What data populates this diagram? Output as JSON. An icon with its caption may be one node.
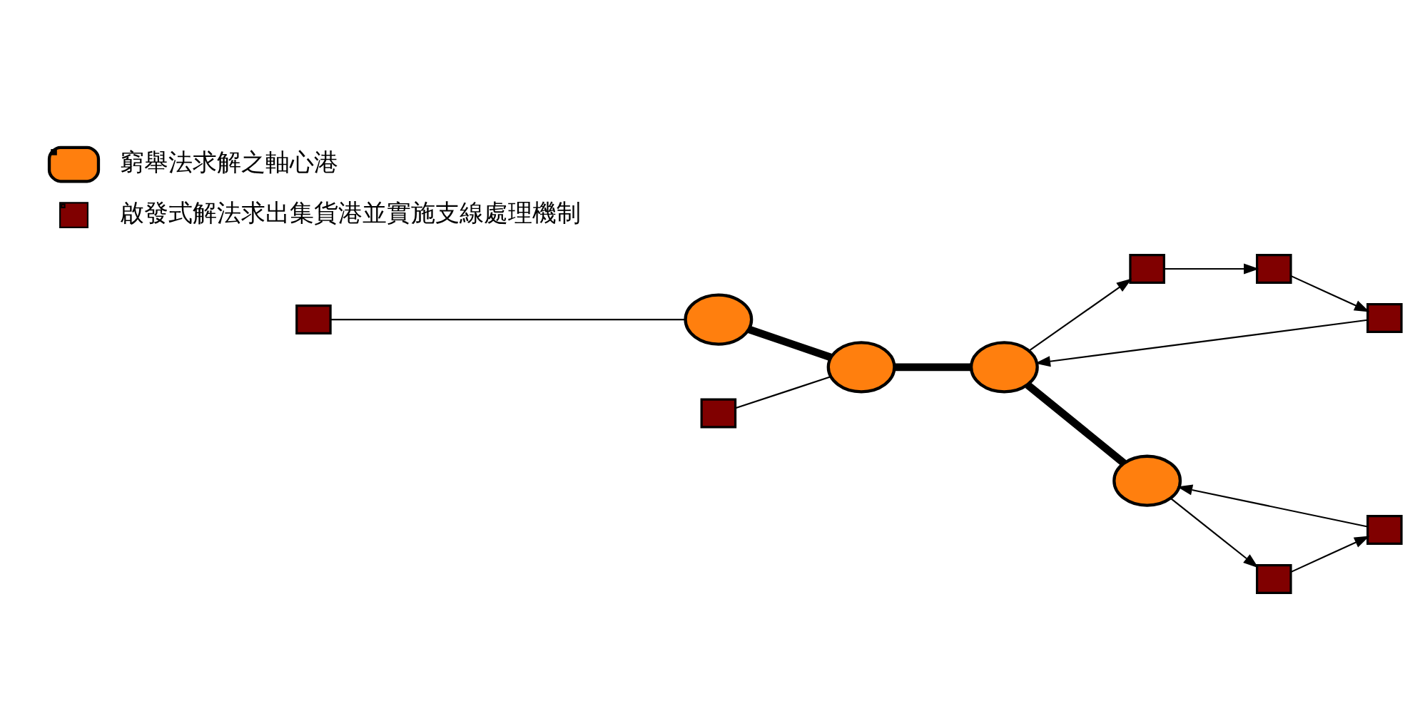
{
  "diagram": {
    "nodes": [
      {
        "text": [],
        "shape": "box"
      },
      {
        "text": [],
        "shape": "circle"
      },
      {
        "text": [],
        "shape": "circle"
      },
      {
        "text": [],
        "shape": "box"
      },
      {
        "text": [],
        "shape": "circle"
      },
      {
        "text": [],
        "shape": "box"
      },
      {
        "text": [],
        "shape": "box"
      },
      {
        "text": [],
        "shape": "box"
      },
      {
        "text": [],
        "shape": "circle"
      },
      {
        "text": [],
        "shape": "box"
      },
      {
        "text": [],
        "shape": "box"
      }
    ],
    "edges": [
      {
        "from": 0,
        "to": 1,
        "arrow": "none"
      },
      {
        "from": 1,
        "to": 2,
        "arrow": "none",
        "style": "thick"
      },
      {
        "from": 3,
        "to": 2,
        "arrow": "none"
      },
      {
        "from": 2,
        "to": 4,
        "arrow": "none",
        "style": "thick"
      },
      {
        "from": 4,
        "to": 8,
        "arrow": "none",
        "style": "thick"
      },
      {
        "from": 5,
        "to": 4,
        "arrow": "to"
      },
      {
        "from": 4,
        "to": 7,
        "arrow": "to"
      },
      {
        "from": 7,
        "to": 6,
        "arrow": "to"
      },
      {
        "from": 6,
        "to": 5,
        "arrow": "to"
      },
      {
        "from": 9,
        "to": 8,
        "arrow": "to"
      },
      {
        "from": 8,
        "to": 10,
        "arrow": "to"
      },
      {
        "from": 10,
        "to": 9,
        "arrow": "to"
      }
    ],
    "legend": [
      {
        "text": "窮舉法求解之軸心港"
      },
      {
        "text": "啟發式解法求出集貨港並實施支線處理機制"
      }
    ]
  }
}
